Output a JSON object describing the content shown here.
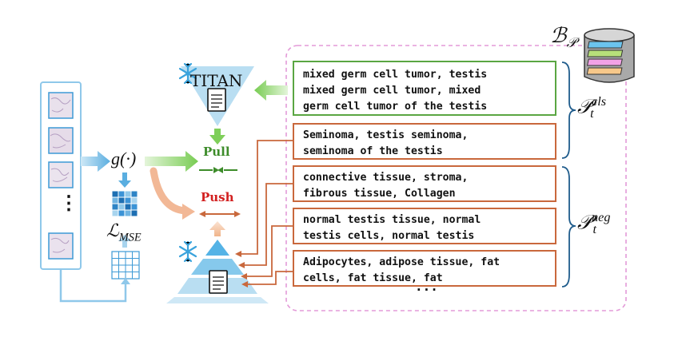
{
  "left_model": {
    "label": "TITAN"
  },
  "encoder": {
    "label": "g(·)"
  },
  "loss": {
    "label": "ℒ",
    "subscript": "MSE"
  },
  "bank": {
    "label": "ℬ",
    "subscript": "𝒫"
  },
  "pull": {
    "label": "Pull",
    "color": "#3d8c2a"
  },
  "push": {
    "label": "Push",
    "color": "#d21f1f"
  },
  "patch_ellipsis": "⋮",
  "list_ellipsis": "...",
  "positive": {
    "symbol": "𝒫",
    "subscript": "t",
    "superscript": "cls",
    "prompts": [
      {
        "lines": [
          "mixed germ cell tumor, testis",
          "mixed germ cell tumor, mixed",
          "germ cell tumor of the testis"
        ]
      },
      {
        "lines": [
          "Seminoma, testis seminoma,",
          "seminoma of the testis"
        ]
      }
    ]
  },
  "negative": {
    "symbol": "𝒫",
    "subscript": "t",
    "superscript": "neg",
    "prompts": [
      {
        "lines": [
          "connective tissue, stroma,",
          "fibrous tissue, Collagen"
        ]
      },
      {
        "lines": [
          "normal testis tissue, normal",
          "testis cells, normal testis"
        ]
      },
      {
        "lines": [
          "Adipocytes, adipose tissue, fat",
          "cells, fat tissue, fat"
        ]
      }
    ]
  },
  "colors": {
    "accent_blue": "#3d9ad6",
    "frozen_blue": "#b9def2",
    "pull_green": "#3d8c2a",
    "push_red": "#d21f1f",
    "orange_arrow": "#c9683c",
    "bank_dash": "#e39ad8"
  }
}
